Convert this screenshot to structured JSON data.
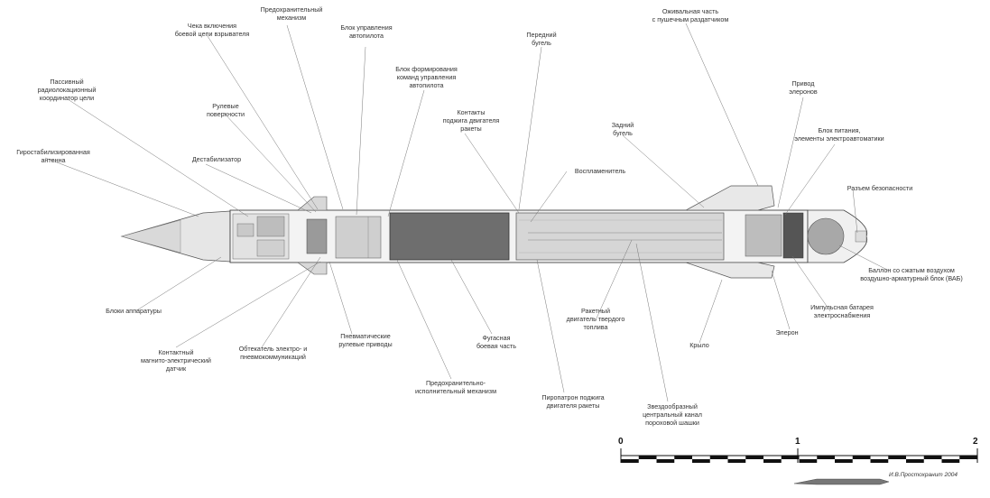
{
  "labels": {
    "chek": "Чека включения\nбоевой цепи взрывателя",
    "predokhr_top": "Предохранительный\nмеханизм",
    "blok_upr_avto": "Блок управления\nавтопилота",
    "peredny_bugel": "Передний\nбугель",
    "ozhivalnaya": "Оживальная часть\nс пушечным раздатчиком",
    "passivny": "Пассивный\nрадиолокационный\nкоординатор цели",
    "blok_form": "Блок формирования\nкоманд управления\nавтопилота",
    "privod_eleronov": "Привод\nэлеронов",
    "rulevye": "Рулевые\nповерхности",
    "kontakty": "Контакты\nподжига двигателя\nракеты",
    "zadny_bugel": "Задний\nбугель",
    "blok_pitaniya": "Блок питания,\nэлементы электроавтоматики",
    "giro": "Гиростабилизированная\nантенна",
    "destabilizator": "Дестабилизатор",
    "vosplamenitel": "Воспламенитель",
    "razem": "Разъем безопасности",
    "ballon": "Баллон со сжатым воздухом\nвоздушно-арматурный блок (ВАБ)",
    "bloki_apparatury": "Блоки аппаратуры",
    "impulsnaya": "Импульсная батарея\nэлектроснабжения",
    "raketny_dvig": "Ракетный\nдвигатель твердого\nтоплива",
    "fugasnaya": "Фугасная\nбоевая часть",
    "pnevmaticheskie": "Пневматические\nрулевые приводы",
    "obtekatel": "Обтекатель электро- и\nпневмокоммуникаций",
    "eleron": "Элерон",
    "krylo": "Крыло",
    "kontaktny": "Контактный\nмагнито-электрический\nдатчик",
    "predokhr_isp": "Предохранительно-\nисполнительный механизм",
    "piropatron": "Пиропатрон поджига\nдвигателя ракеты",
    "zvezdoobrazny": "Звездообразный\nцентральный канал\nпороховой шашки"
  },
  "scale": {
    "ticks": [
      "0",
      "1",
      "2"
    ]
  },
  "signature": "И.В.Простохранит 2004",
  "colors": {
    "line": "#444",
    "fill": "#cfcfcf",
    "dark": "#6e6e6e"
  }
}
